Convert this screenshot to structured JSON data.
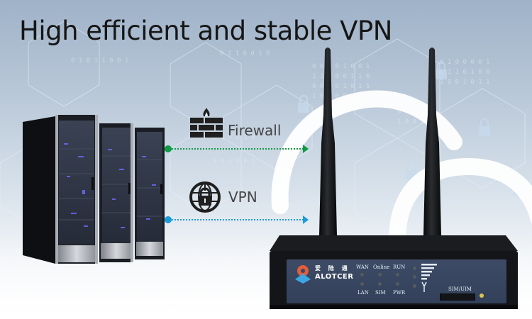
{
  "banner": {
    "title": "High efficient and stable VPN",
    "background_color_top": "#9fb2c8",
    "background_color_bottom": "#fbfcfd"
  },
  "features": [
    {
      "label": "Firewall",
      "icon": "firewall-icon",
      "connector_color": "#0e9a46"
    },
    {
      "label": "VPN",
      "icon": "vpn-globe-lock-icon",
      "connector_color": "#1a9ad8"
    }
  ],
  "server": {
    "icon": "server-rack-icon"
  },
  "router": {
    "brand_name": "ALOTCER",
    "brand_chinese": "爱 陆 通",
    "led_labels_top": [
      "WAN",
      "Online",
      "RUN"
    ],
    "led_labels_bottom": [
      "LAN",
      "SIM",
      "PWR"
    ],
    "sim_slot_label": "SIM/UIM",
    "panel_color": "#3a4862"
  }
}
